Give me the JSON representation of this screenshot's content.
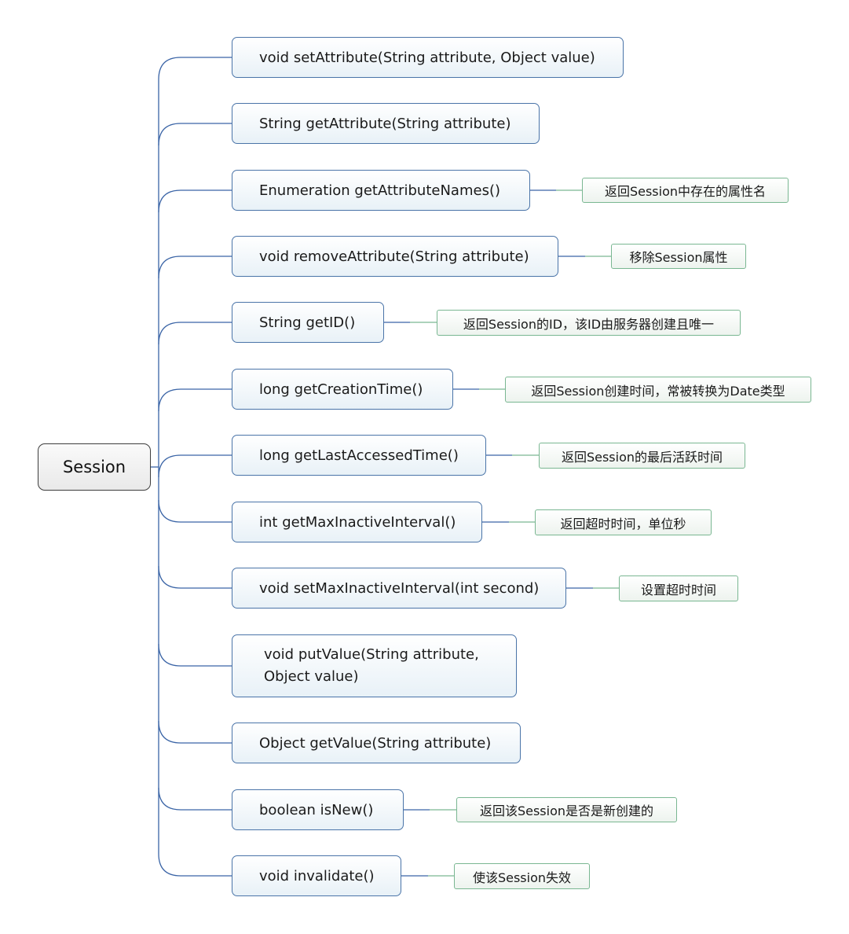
{
  "root": {
    "label": "Session"
  },
  "methods": [
    {
      "signature": "void setAttribute(String attribute, Object value)",
      "note": ""
    },
    {
      "signature": "String getAttribute(String attribute)",
      "note": ""
    },
    {
      "signature": "Enumeration getAttributeNames()",
      "note": "返回Session中存在的属性名"
    },
    {
      "signature": "void removeAttribute(String attribute)",
      "note": "移除Session属性"
    },
    {
      "signature": "String getID()",
      "note": "返回Session的ID，该ID由服务器创建且唯一"
    },
    {
      "signature": "long getCreationTime()",
      "note": "返回Session创建时间，常被转换为Date类型"
    },
    {
      "signature": "long getLastAccessedTime()",
      "note": "返回Session的最后活跃时间"
    },
    {
      "signature": "int getMaxInactiveInterval()",
      "note": "返回超时时间，单位秒"
    },
    {
      "signature": "void setMaxInactiveInterval(int second)",
      "note": "设置超时时间"
    },
    {
      "signature": "void putValue(String attribute, Object value)",
      "note": ""
    },
    {
      "signature": "Object getValue(String attribute)",
      "note": ""
    },
    {
      "signature": "boolean isNew()",
      "note": "返回该Session是否是新创建的"
    },
    {
      "signature": "void invalidate()",
      "note": "使该Session失效"
    }
  ],
  "colors": {
    "trunk": "#3a64a6",
    "note_link": "#7ab792",
    "method_border": "#4a74a8",
    "note_border": "#7ab792"
  }
}
